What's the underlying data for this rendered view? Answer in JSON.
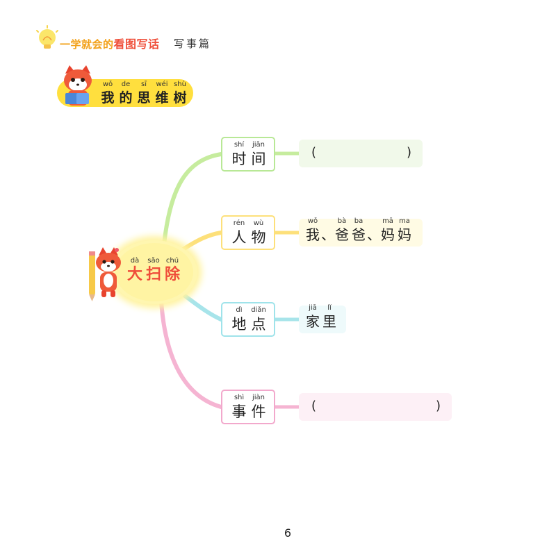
{
  "header": {
    "series_prefix": "一学就会的",
    "series_highlight": "看图写话",
    "book_tag": "写事篇"
  },
  "section": {
    "words": [
      {
        "py": "wǒ",
        "hz": "我"
      },
      {
        "py": "de",
        "hz": "的"
      },
      {
        "py": "sī",
        "hz": "思"
      },
      {
        "py": "wéi",
        "hz": "维"
      },
      {
        "py": "shù",
        "hz": "树"
      }
    ]
  },
  "center": {
    "words": [
      {
        "py": "dà",
        "hz": "大"
      },
      {
        "py": "sǎo",
        "hz": "扫"
      },
      {
        "py": "chú",
        "hz": "除"
      }
    ]
  },
  "branches": [
    {
      "words": [
        {
          "py": "shí",
          "hz": "时"
        },
        {
          "py": "jiān",
          "hz": "间"
        }
      ],
      "color": "#b8e896",
      "answer_fill": "#f1f9ea",
      "answer": {
        "open": "(",
        "close": ")",
        "words": []
      }
    },
    {
      "words": [
        {
          "py": "rén",
          "hz": "人"
        },
        {
          "py": "wù",
          "hz": "物"
        }
      ],
      "color": "#fde07a",
      "answer_fill": "#fffbe4",
      "answer": {
        "open": "",
        "close": "",
        "words": [
          {
            "py": "wǒ",
            "hz": "我"
          },
          {
            "py": "",
            "hz": "、"
          },
          {
            "py": "bà",
            "hz": "爸"
          },
          {
            "py": "ba",
            "hz": "爸"
          },
          {
            "py": "",
            "hz": "、"
          },
          {
            "py": "mā",
            "hz": "妈"
          },
          {
            "py": "ma",
            "hz": "妈"
          }
        ]
      }
    },
    {
      "words": [
        {
          "py": "dì",
          "hz": "地"
        },
        {
          "py": "diǎn",
          "hz": "点"
        }
      ],
      "color": "#9fe3ea",
      "answer_fill": "#eefafb",
      "answer": {
        "open": "",
        "close": "",
        "words": [
          {
            "py": "jiā",
            "hz": "家"
          },
          {
            "py": "lǐ",
            "hz": "里"
          }
        ]
      }
    },
    {
      "words": [
        {
          "py": "shì",
          "hz": "事"
        },
        {
          "py": "jiàn",
          "hz": "件"
        }
      ],
      "color": "#f2a8cc",
      "answer_fill": "#fdf0f6",
      "answer": {
        "open": "(",
        "close": ")",
        "words": []
      }
    }
  ],
  "page_number": "6"
}
